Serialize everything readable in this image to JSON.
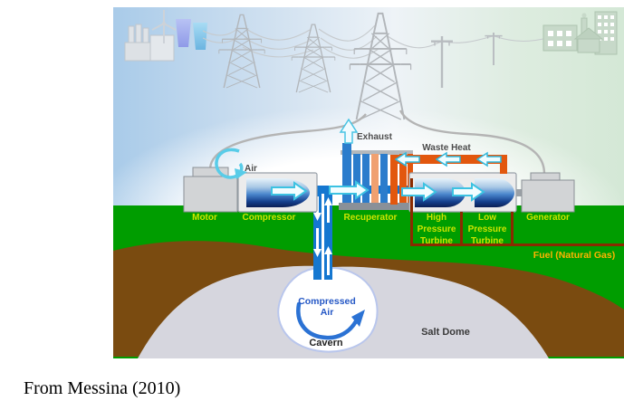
{
  "page": {
    "caption": "From Messina (2010)"
  },
  "diagram": {
    "labels": {
      "air": "Air",
      "exhaust": "Exhaust",
      "waste_heat": "Waste Heat",
      "motor": "Motor",
      "compressor": "Compressor",
      "recuperator": "Recuperator",
      "hp_turbine": [
        "High",
        "Pressure",
        "Turbine"
      ],
      "lp_turbine": [
        "Low",
        "Pressure",
        "Turbine"
      ],
      "generator": "Generator",
      "fuel": "Fuel (Natural Gas)",
      "compressed_air": [
        "Compressed",
        "Air"
      ],
      "cavern": "Cavern",
      "salt_dome": "Salt Dome"
    },
    "icons": [
      "factory-icon",
      "wind-turbine-icon",
      "cooling-towers-icon",
      "transmission-tower-icon",
      "utility-pole-icon",
      "city-buildings-icon",
      "air-swirl-icon",
      "exhaust-arrow-icon",
      "flow-arrow-icon",
      "waste-heat-arrow-icon",
      "well-flow-arrows-icon",
      "cavern-circulation-arrow-icon"
    ],
    "colors": {
      "label_green": "#cde400",
      "fuel_label_yellow": "#ffb400",
      "ground_green": "#009d00",
      "soil_brown": "#7a4b10",
      "salt_dome_gray": "#d6d6de",
      "pipe_blue": "#1577d0",
      "hot_pipe_orange": "#e2570e",
      "fuel_line_dark": "#8a2a00",
      "flow_arrow_cyan": "#3cc2e2",
      "machine_gray": "#d6d6d6",
      "cavern_text_blue": "#2457c5",
      "sky_blue": "#a9cbe9"
    }
  }
}
